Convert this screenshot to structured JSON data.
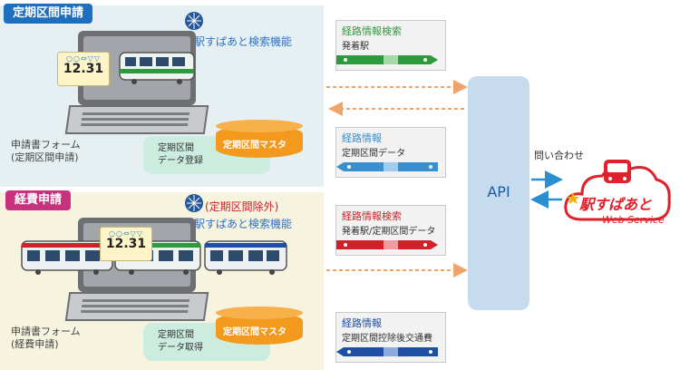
{
  "top": {
    "tag": "定期区間申請",
    "date": "12.31",
    "search_feature": "駅すぱあと検索機能",
    "form_label_line1": "申請書フォーム",
    "form_label_line2": "(定期区間申請)",
    "db_label": "定期区間マスタ",
    "action_line1": "定期区間",
    "action_line2": "データ登録"
  },
  "bottom": {
    "tag": "経費申請",
    "date": "12.31",
    "exclude_note": "(定期区間除外)",
    "search_feature": "駅すぱあと検索機能",
    "form_label_line1": "申請書フォーム",
    "form_label_line2": "(経費申請)",
    "db_label": "定期区間マスタ",
    "action_line1": "定期区間",
    "action_line2": "データ取得"
  },
  "route_cards": [
    {
      "title": "経路情報検索",
      "subtitle": "発着駅",
      "title_color": "#2e9a3e",
      "bar_color": "#2e9a3e"
    },
    {
      "title": "経路情報",
      "subtitle": "定期区間データ",
      "title_color": "#3a8fd0",
      "bar_color": "#3a8fd0"
    },
    {
      "title": "経路情報検索",
      "subtitle": "発着駅/定期区間データ",
      "title_color": "#d0212a",
      "bar_color": "#d0212a"
    },
    {
      "title": "経路情報",
      "subtitle": "定期区間控除後交通費",
      "title_color": "#1f4fa5",
      "bar_color": "#1f4fa5"
    }
  ],
  "api": {
    "label": "API"
  },
  "service": {
    "query_label": "問い合わせ",
    "logo_main": "駅すぱあと",
    "logo_sub": "Web Service"
  },
  "colors": {
    "top_tag": "#1f6fbf",
    "bottom_tag": "#c8317e",
    "arrow_orange": "#f0a46a",
    "arrow_blue": "#2b8ed0",
    "logo_red": "#e0202a"
  }
}
